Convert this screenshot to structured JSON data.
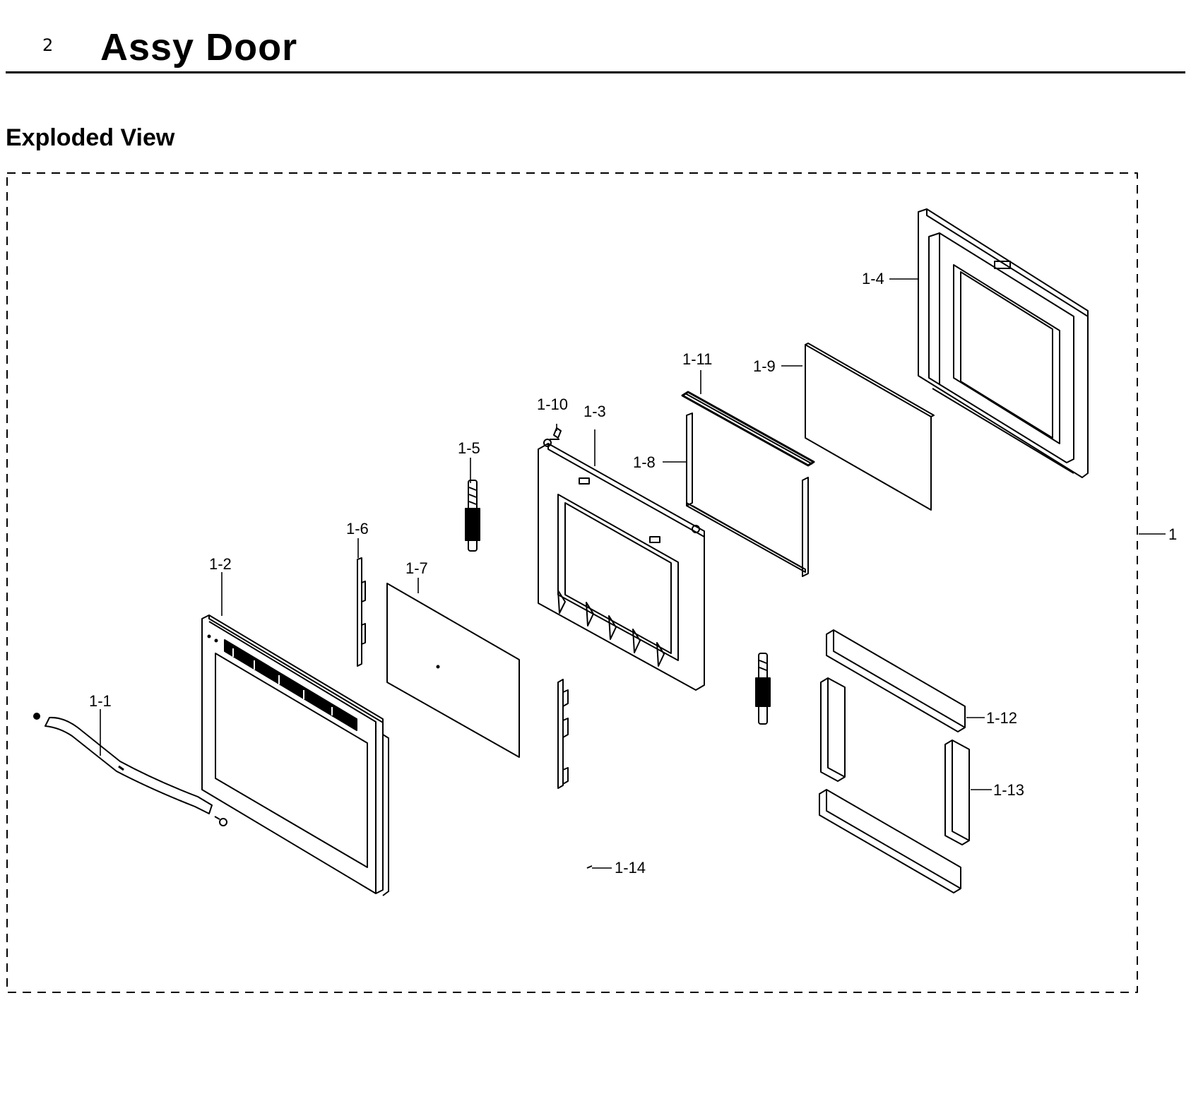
{
  "header": {
    "section_number": "2",
    "title": "Assy Door"
  },
  "subheading": "Exploded View",
  "callouts": {
    "assembly": "1",
    "p1_1": "1-1",
    "p1_2": "1-2",
    "p1_3": "1-3",
    "p1_4": "1-4",
    "p1_5": "1-5",
    "p1_6": "1-6",
    "p1_7": "1-7",
    "p1_8": "1-8",
    "p1_9": "1-9",
    "p1_10": "1-10",
    "p1_11": "1-11",
    "p1_12": "1-12",
    "p1_13": "1-13",
    "p1_14": "1-14"
  }
}
